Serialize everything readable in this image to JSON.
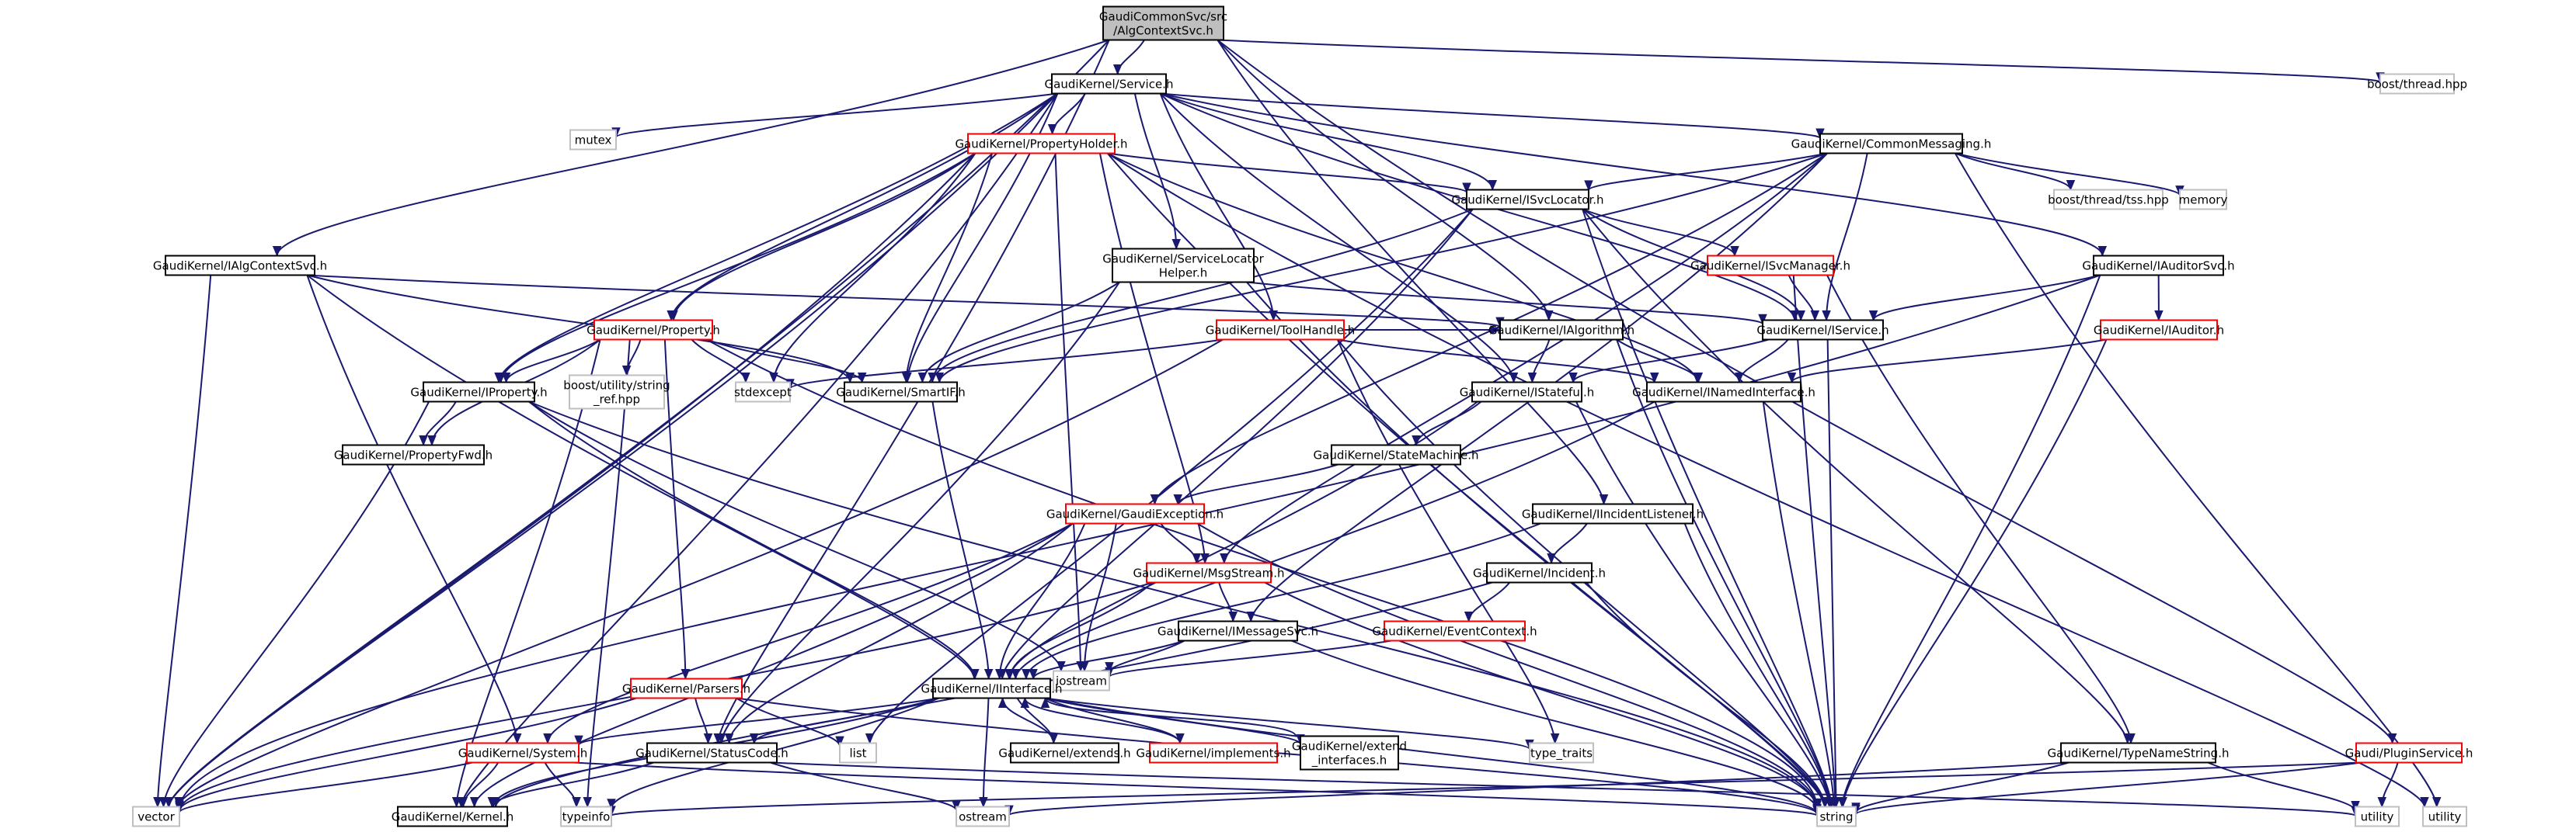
{
  "colors": {
    "edge": "#191970",
    "root_fill": "#bfbfbf",
    "border_black": "#000000",
    "border_red": "#ff0000",
    "border_external": "#bfbfbf"
  },
  "nodes": [
    {
      "id": "root",
      "lines": [
        "GaudiCommonSvc/src",
        "/AlgContextSvc.h"
      ],
      "kind": "root"
    },
    {
      "id": "service",
      "lines": [
        "GaudiKernel/Service.h"
      ],
      "kind": "black"
    },
    {
      "id": "boostthread",
      "lines": [
        "boost/thread.hpp"
      ],
      "kind": "external"
    },
    {
      "id": "mutex",
      "lines": [
        "mutex"
      ],
      "kind": "external"
    },
    {
      "id": "propholder",
      "lines": [
        "GaudiKernel/PropertyHolder.h"
      ],
      "kind": "red"
    },
    {
      "id": "commonmsg",
      "lines": [
        "GaudiKernel/CommonMessaging.h"
      ],
      "kind": "black"
    },
    {
      "id": "isvclocator",
      "lines": [
        "GaudiKernel/ISvcLocator.h"
      ],
      "kind": "black"
    },
    {
      "id": "boosttss",
      "lines": [
        "boost/thread/tss.hpp"
      ],
      "kind": "external"
    },
    {
      "id": "memory",
      "lines": [
        "memory"
      ],
      "kind": "external"
    },
    {
      "id": "ialgcontext",
      "lines": [
        "GaudiKernel/IAlgContextSvc.h"
      ],
      "kind": "black"
    },
    {
      "id": "svclochelper",
      "lines": [
        "GaudiKernel/ServiceLocator",
        "Helper.h"
      ],
      "kind": "black"
    },
    {
      "id": "isvcmanager",
      "lines": [
        "GaudiKernel/ISvcManager.h"
      ],
      "kind": "red"
    },
    {
      "id": "iauditorsvc",
      "lines": [
        "GaudiKernel/IAuditorSvc.h"
      ],
      "kind": "black"
    },
    {
      "id": "property",
      "lines": [
        "GaudiKernel/Property.h"
      ],
      "kind": "red"
    },
    {
      "id": "toolhandle",
      "lines": [
        "GaudiKernel/ToolHandle.h"
      ],
      "kind": "red"
    },
    {
      "id": "ialgorithm",
      "lines": [
        "GaudiKernel/IAlgorithm.h"
      ],
      "kind": "black"
    },
    {
      "id": "iservice",
      "lines": [
        "GaudiKernel/IService.h"
      ],
      "kind": "black"
    },
    {
      "id": "iauditor",
      "lines": [
        "GaudiKernel/IAuditor.h"
      ],
      "kind": "red"
    },
    {
      "id": "iproperty",
      "lines": [
        "GaudiKernel/IProperty.h"
      ],
      "kind": "black"
    },
    {
      "id": "boostutil",
      "lines": [
        "boost/utility/string",
        "_ref.hpp"
      ],
      "kind": "external"
    },
    {
      "id": "stdexcept",
      "lines": [
        "stdexcept"
      ],
      "kind": "external"
    },
    {
      "id": "smartif",
      "lines": [
        "GaudiKernel/SmartIF.h"
      ],
      "kind": "black"
    },
    {
      "id": "istateful",
      "lines": [
        "GaudiKernel/IStateful.h"
      ],
      "kind": "black"
    },
    {
      "id": "inamed",
      "lines": [
        "GaudiKernel/INamedInterface.h"
      ],
      "kind": "black"
    },
    {
      "id": "propertyfwd",
      "lines": [
        "GaudiKernel/PropertyFwd.h"
      ],
      "kind": "black"
    },
    {
      "id": "statemachine",
      "lines": [
        "GaudiKernel/StateMachine.h"
      ],
      "kind": "black"
    },
    {
      "id": "gaudiexc",
      "lines": [
        "GaudiKernel/GaudiException.h"
      ],
      "kind": "red"
    },
    {
      "id": "iincidentlist",
      "lines": [
        "GaudiKernel/IIncidentListener.h"
      ],
      "kind": "black"
    },
    {
      "id": "msgstream",
      "lines": [
        "GaudiKernel/MsgStream.h"
      ],
      "kind": "red"
    },
    {
      "id": "incident",
      "lines": [
        "GaudiKernel/Incident.h"
      ],
      "kind": "black"
    },
    {
      "id": "imessagesvc",
      "lines": [
        "GaudiKernel/IMessageSvc.h"
      ],
      "kind": "black"
    },
    {
      "id": "eventcontext",
      "lines": [
        "GaudiKernel/EventContext.h"
      ],
      "kind": "red"
    },
    {
      "id": "iostream",
      "lines": [
        "iostream"
      ],
      "kind": "external"
    },
    {
      "id": "parsers",
      "lines": [
        "GaudiKernel/Parsers.h"
      ],
      "kind": "red"
    },
    {
      "id": "iinterface",
      "lines": [
        "GaudiKernel/IInterface.h"
      ],
      "kind": "black"
    },
    {
      "id": "list",
      "lines": [
        "list"
      ],
      "kind": "external"
    },
    {
      "id": "system",
      "lines": [
        "GaudiKernel/System.h"
      ],
      "kind": "red"
    },
    {
      "id": "statuscode",
      "lines": [
        "GaudiKernel/StatusCode.h"
      ],
      "kind": "black"
    },
    {
      "id": "extends",
      "lines": [
        "GaudiKernel/extends.h"
      ],
      "kind": "black"
    },
    {
      "id": "implements",
      "lines": [
        "GaudiKernel/implements.h"
      ],
      "kind": "red"
    },
    {
      "id": "extendif",
      "lines": [
        "GaudiKernel/extend",
        "_interfaces.h"
      ],
      "kind": "black"
    },
    {
      "id": "typetraits",
      "lines": [
        "type_traits"
      ],
      "kind": "external"
    },
    {
      "id": "typenamestr",
      "lines": [
        "GaudiKernel/TypeNameString.h"
      ],
      "kind": "black"
    },
    {
      "id": "pluginsvc",
      "lines": [
        "Gaudi/PluginService.h"
      ],
      "kind": "red"
    },
    {
      "id": "vector",
      "lines": [
        "vector"
      ],
      "kind": "external"
    },
    {
      "id": "kernel",
      "lines": [
        "GaudiKernel/Kernel.h"
      ],
      "kind": "black"
    },
    {
      "id": "typeinfo",
      "lines": [
        "typeinfo"
      ],
      "kind": "external"
    },
    {
      "id": "ostream",
      "lines": [
        "ostream"
      ],
      "kind": "external"
    },
    {
      "id": "string",
      "lines": [
        "string"
      ],
      "kind": "external"
    },
    {
      "id": "utility_mid",
      "lines": [
        "utility"
      ],
      "kind": "external"
    },
    {
      "id": "utility_right",
      "lines": [
        "utility"
      ],
      "kind": "external"
    }
  ],
  "edges": [
    [
      "root",
      "service"
    ],
    [
      "root",
      "boostthread"
    ],
    [
      "root",
      "ialgcontext"
    ],
    [
      "root",
      "ialgorithm"
    ],
    [
      "root",
      "iincidentlist"
    ],
    [
      "root",
      "pluginsvc"
    ],
    [
      "root",
      "vector"
    ],
    [
      "root",
      "statuscode"
    ],
    [
      "service",
      "mutex"
    ],
    [
      "service",
      "propholder"
    ],
    [
      "service",
      "commonmsg"
    ],
    [
      "service",
      "isvclocator"
    ],
    [
      "service",
      "svclochelper"
    ],
    [
      "service",
      "iauditorsvc"
    ],
    [
      "service",
      "property"
    ],
    [
      "service",
      "toolhandle"
    ],
    [
      "service",
      "iproperty"
    ],
    [
      "service",
      "smartif"
    ],
    [
      "service",
      "iservice"
    ],
    [
      "service",
      "istateful"
    ],
    [
      "service",
      "kernel"
    ],
    [
      "service",
      "vector"
    ],
    [
      "propholder",
      "isvclocator"
    ],
    [
      "propholder",
      "property"
    ],
    [
      "propholder",
      "iproperty"
    ],
    [
      "propholder",
      "smartif"
    ],
    [
      "propholder",
      "stdexcept"
    ],
    [
      "propholder",
      "msgstream"
    ],
    [
      "propholder",
      "iostream"
    ],
    [
      "propholder",
      "inamed"
    ],
    [
      "propholder",
      "vector"
    ],
    [
      "propholder",
      "string"
    ],
    [
      "propholder",
      "utility_right"
    ],
    [
      "commonmsg",
      "isvclocator"
    ],
    [
      "commonmsg",
      "boosttss"
    ],
    [
      "commonmsg",
      "memory"
    ],
    [
      "commonmsg",
      "iservice"
    ],
    [
      "commonmsg",
      "smartif"
    ],
    [
      "commonmsg",
      "gaudiexc"
    ],
    [
      "commonmsg",
      "msgstream"
    ],
    [
      "commonmsg",
      "imessagesvc"
    ],
    [
      "commonmsg",
      "utility_right"
    ],
    [
      "isvclocator",
      "isvcmanager"
    ],
    [
      "isvclocator",
      "iservice"
    ],
    [
      "isvclocator",
      "smartif"
    ],
    [
      "isvclocator",
      "iinterface"
    ],
    [
      "isvclocator",
      "typenamestr"
    ],
    [
      "isvclocator",
      "string"
    ],
    [
      "isvclocator",
      "list"
    ],
    [
      "isvcmanager",
      "iservice"
    ],
    [
      "isvcmanager",
      "typenamestr"
    ],
    [
      "isvcmanager",
      "string"
    ],
    [
      "ialgcontext",
      "smartif"
    ],
    [
      "ialgcontext",
      "vector"
    ],
    [
      "ialgcontext",
      "iinterface"
    ],
    [
      "ialgcontext",
      "ialgorithm"
    ],
    [
      "ialgcontext",
      "system"
    ],
    [
      "svclochelper",
      "iservice"
    ],
    [
      "svclochelper",
      "smartif"
    ],
    [
      "svclochelper",
      "statuscode"
    ],
    [
      "svclochelper",
      "string"
    ],
    [
      "iauditorsvc",
      "iservice"
    ],
    [
      "iauditorsvc",
      "iauditor"
    ],
    [
      "iauditorsvc",
      "string"
    ],
    [
      "iauditorsvc",
      "vector"
    ],
    [
      "iauditor",
      "inamed"
    ],
    [
      "iauditor",
      "string"
    ],
    [
      "property",
      "iproperty"
    ],
    [
      "property",
      "propertyfwd"
    ],
    [
      "property",
      "boostutil"
    ],
    [
      "property",
      "stdexcept"
    ],
    [
      "property",
      "smartif"
    ],
    [
      "property",
      "parsers"
    ],
    [
      "property",
      "kernel"
    ],
    [
      "property",
      "typeinfo"
    ],
    [
      "property",
      "string"
    ],
    [
      "toolhandle",
      "ialgorithm"
    ],
    [
      "toolhandle",
      "inamed"
    ],
    [
      "toolhandle",
      "stdexcept"
    ],
    [
      "toolhandle",
      "typetraits"
    ],
    [
      "toolhandle",
      "vector"
    ],
    [
      "toolhandle",
      "string"
    ],
    [
      "ialgorithm",
      "istateful"
    ],
    [
      "ialgorithm",
      "inamed"
    ],
    [
      "ialgorithm",
      "string"
    ],
    [
      "iservice",
      "istateful"
    ],
    [
      "iservice",
      "inamed"
    ],
    [
      "iservice",
      "string"
    ],
    [
      "iproperty",
      "propertyfwd"
    ],
    [
      "iproperty",
      "iinterface"
    ],
    [
      "iproperty",
      "vector"
    ],
    [
      "iproperty",
      "string"
    ],
    [
      "iproperty",
      "iostream"
    ],
    [
      "smartif",
      "iinterface"
    ],
    [
      "istateful",
      "statemachine"
    ],
    [
      "istateful",
      "iinterface"
    ],
    [
      "istateful",
      "string"
    ],
    [
      "inamed",
      "iinterface"
    ],
    [
      "inamed",
      "string"
    ],
    [
      "statemachine",
      "gaudiexc"
    ],
    [
      "gaudiexc",
      "msgstream"
    ],
    [
      "gaudiexc",
      "statuscode"
    ],
    [
      "gaudiexc",
      "iostream"
    ],
    [
      "gaudiexc",
      "system"
    ],
    [
      "gaudiexc",
      "kernel"
    ],
    [
      "gaudiexc",
      "string"
    ],
    [
      "gaudiexc",
      "iinterface"
    ],
    [
      "iincidentlist",
      "incident"
    ],
    [
      "iincidentlist",
      "iinterface"
    ],
    [
      "iincidentlist",
      "string"
    ],
    [
      "msgstream",
      "imessagesvc"
    ],
    [
      "msgstream",
      "vector"
    ],
    [
      "msgstream",
      "string"
    ],
    [
      "msgstream",
      "iinterface"
    ],
    [
      "incident",
      "eventcontext"
    ],
    [
      "incident",
      "kernel"
    ],
    [
      "incident",
      "string"
    ],
    [
      "imessagesvc",
      "iinterface"
    ],
    [
      "imessagesvc",
      "iostream"
    ],
    [
      "imessagesvc",
      "string"
    ],
    [
      "eventcontext",
      "iostream"
    ],
    [
      "parsers",
      "statuscode"
    ],
    [
      "parsers",
      "list"
    ],
    [
      "parsers",
      "vector"
    ],
    [
      "parsers",
      "string"
    ],
    [
      "iinterface",
      "system"
    ],
    [
      "iinterface",
      "statuscode"
    ],
    [
      "iinterface",
      "extends"
    ],
    [
      "iinterface",
      "implements"
    ],
    [
      "iinterface",
      "extendif"
    ],
    [
      "iinterface",
      "typetraits"
    ],
    [
      "iinterface",
      "kernel"
    ],
    [
      "iinterface",
      "typeinfo"
    ],
    [
      "iinterface",
      "ostream"
    ],
    [
      "iinterface",
      "string"
    ],
    [
      "extends",
      "iinterface"
    ],
    [
      "implements",
      "iinterface"
    ],
    [
      "extendif",
      "iinterface"
    ],
    [
      "system",
      "kernel"
    ],
    [
      "system",
      "typeinfo"
    ],
    [
      "system",
      "vector"
    ],
    [
      "system",
      "string"
    ],
    [
      "statuscode",
      "kernel"
    ],
    [
      "statuscode",
      "ostream"
    ],
    [
      "statuscode",
      "utility_mid"
    ],
    [
      "typenamestr",
      "ostream"
    ],
    [
      "typenamestr",
      "string"
    ],
    [
      "typenamestr",
      "utility_mid"
    ],
    [
      "pluginsvc",
      "typeinfo"
    ],
    [
      "pluginsvc",
      "string"
    ],
    [
      "pluginsvc",
      "utility_mid"
    ]
  ]
}
